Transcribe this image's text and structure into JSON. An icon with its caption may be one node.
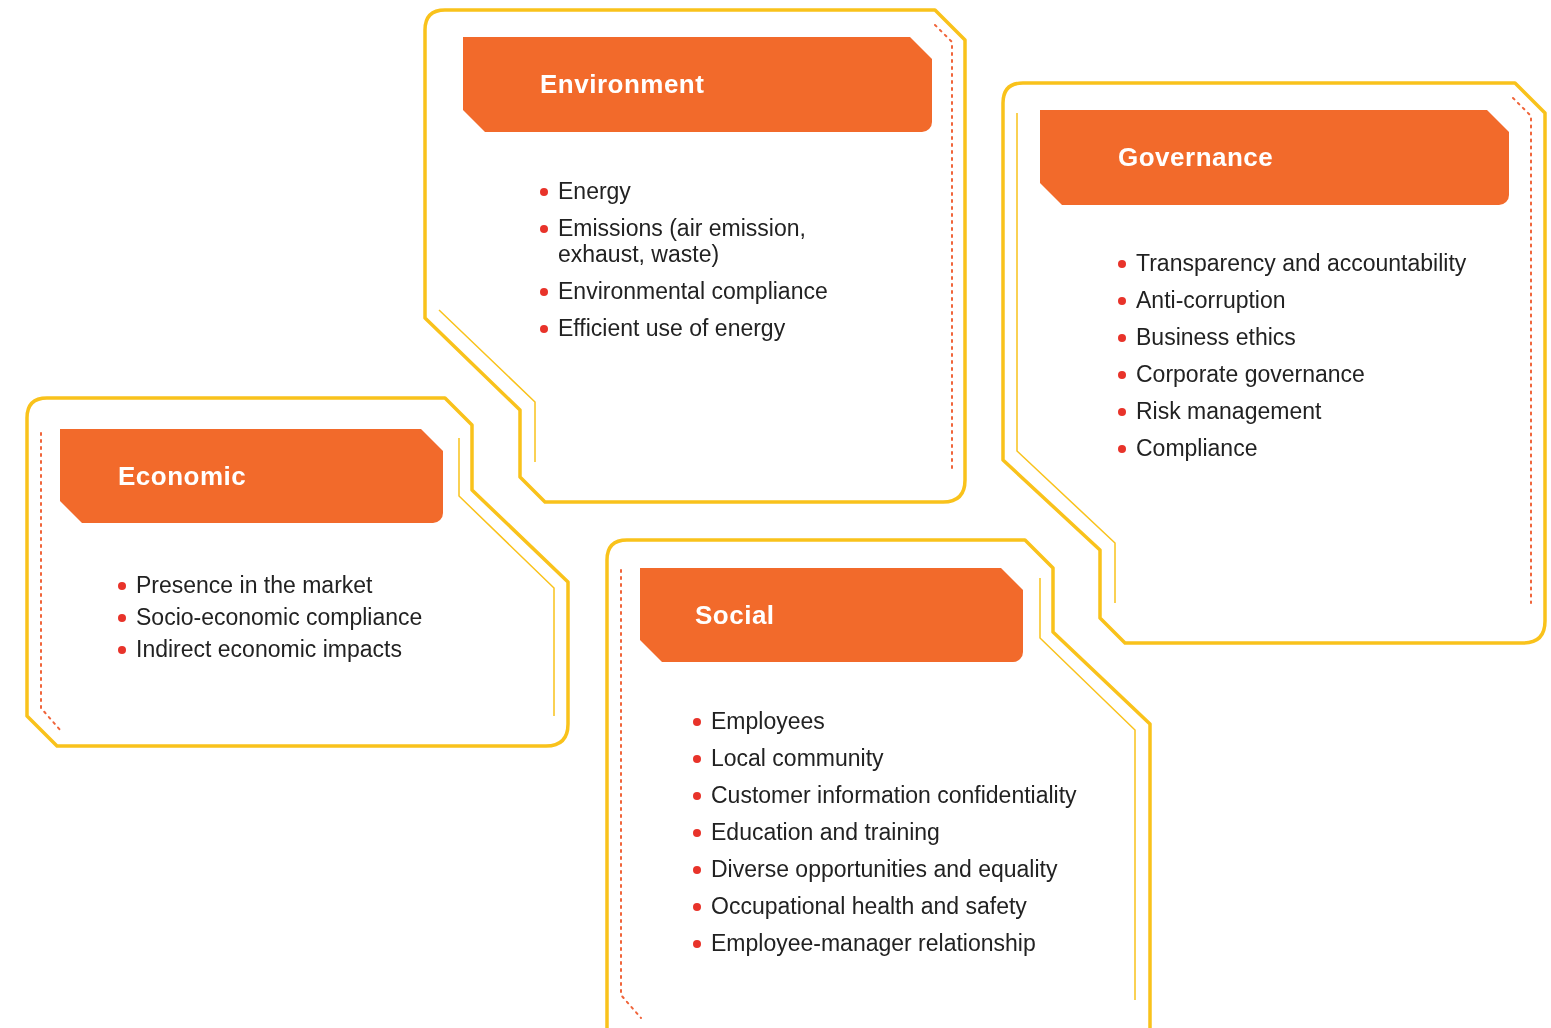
{
  "diagram": {
    "nodes": [
      {
        "text": [
          "Energy",
          "Emissions (air emission, exhaust, waste)",
          "Environmental compliance",
          "Efficient use of energy"
        ]
      },
      {
        "text": [
          "Environment"
        ],
        "in": 0
      },
      {
        "text": [
          "Transparency and accountability",
          "Anti-corruption",
          "Business ethics",
          "Corporate governance",
          "Risk management",
          "Compliance"
        ]
      },
      {
        "text": [
          "Governance"
        ],
        "in": 2
      },
      {
        "text": [
          "Presence in the market",
          "Socio-economic compliance",
          "Indirect economic impacts"
        ]
      },
      {
        "text": [
          "Economic"
        ],
        "in": 4
      },
      {
        "text": [
          "Employees",
          "Local community",
          "Customer information confidentiality",
          "Education and training",
          "Diverse opportunities and equality",
          "Occupational health and safety",
          "Employee-manager relationship"
        ]
      },
      {
        "text": [
          "Social"
        ],
        "in": 6
      }
    ]
  }
}
